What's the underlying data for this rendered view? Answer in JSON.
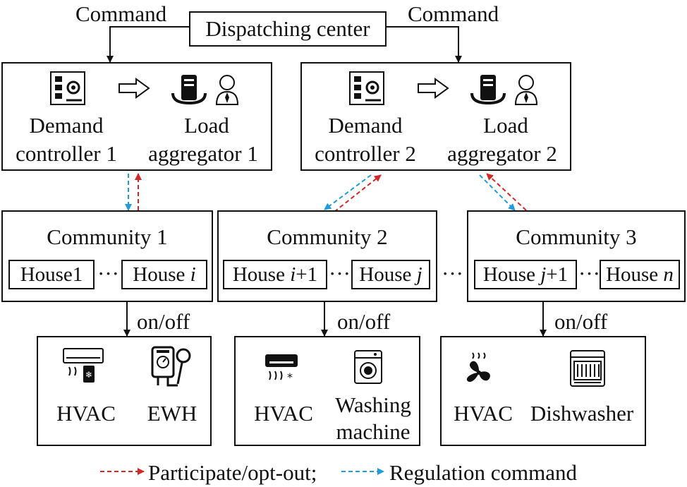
{
  "dispatch": {
    "label": "Dispatching center",
    "command_left": "Command",
    "command_right": "Command"
  },
  "controllers": [
    {
      "demand": [
        "Demand",
        "controller 1"
      ],
      "aggregator": [
        "Load",
        "aggregator 1"
      ]
    },
    {
      "demand": [
        "Demand",
        "controller 2"
      ],
      "aggregator": [
        "Load",
        "aggregator 2"
      ]
    }
  ],
  "communities": [
    {
      "label": "Community 1",
      "houses": [
        {
          "prefix": "House ",
          "var": "1",
          "italic": false
        },
        {
          "prefix": "House ",
          "var": "i",
          "italic": true
        }
      ]
    },
    {
      "label": "Community 2",
      "houses": [
        {
          "prefix": "House ",
          "var": "i",
          "suffix": "+1",
          "italic": true
        },
        {
          "prefix": "House ",
          "var": "j",
          "italic": true
        }
      ]
    },
    {
      "label": "Community 3",
      "houses": [
        {
          "prefix": "House ",
          "var": "j",
          "suffix": "+1",
          "italic": true
        },
        {
          "prefix": "House ",
          "var": "n",
          "italic": true
        }
      ]
    }
  ],
  "ellipsis": "···",
  "onoff": "on/off",
  "appliances": [
    {
      "left": "HVAC",
      "right": [
        "EWH"
      ]
    },
    {
      "left": "HVAC",
      "right": [
        "Washing",
        "machine"
      ]
    },
    {
      "left": "HVAC",
      "right": [
        "Dishwasher"
      ]
    }
  ],
  "legend": {
    "participate": "Participate/opt-out;",
    "regulation": "Regulation command",
    "participate_color": "#d62728",
    "regulation_color": "#1f9bde"
  }
}
